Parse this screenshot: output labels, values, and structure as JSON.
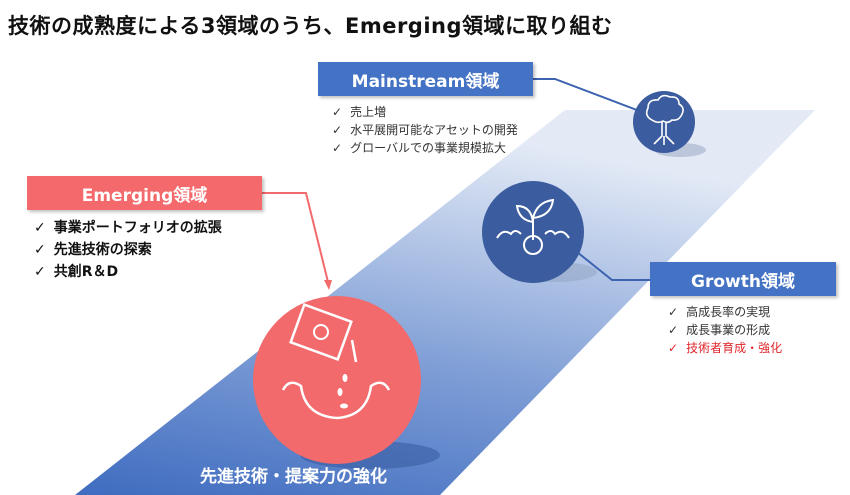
{
  "title": "技術の成熟度による3領域のうち、Emerging領域に取り組む",
  "colors": {
    "blue": "#4472c4",
    "dark_blue": "#3b5c9e",
    "coral": "#f26a6b",
    "red_text": "#e0262b"
  },
  "mainstream": {
    "label": "Mainstream領域",
    "icon": "tree-icon",
    "items": [
      "売上増",
      "水平展開可能なアセットの開発",
      "グローバルでの事業規模拡大"
    ]
  },
  "growth": {
    "label": "Growth領域",
    "icon": "sprout-icon",
    "items": [
      "高成長率の実現",
      "成長事業の形成",
      "技術者育成・強化"
    ]
  },
  "emerging": {
    "label": "Emerging領域",
    "icon": "seed-packet-icon",
    "items": [
      "事業ポートフォリオの拡張",
      "先進技術の探索",
      "共創R＆D"
    ]
  },
  "road_caption": "先進技術・提案力の強化"
}
